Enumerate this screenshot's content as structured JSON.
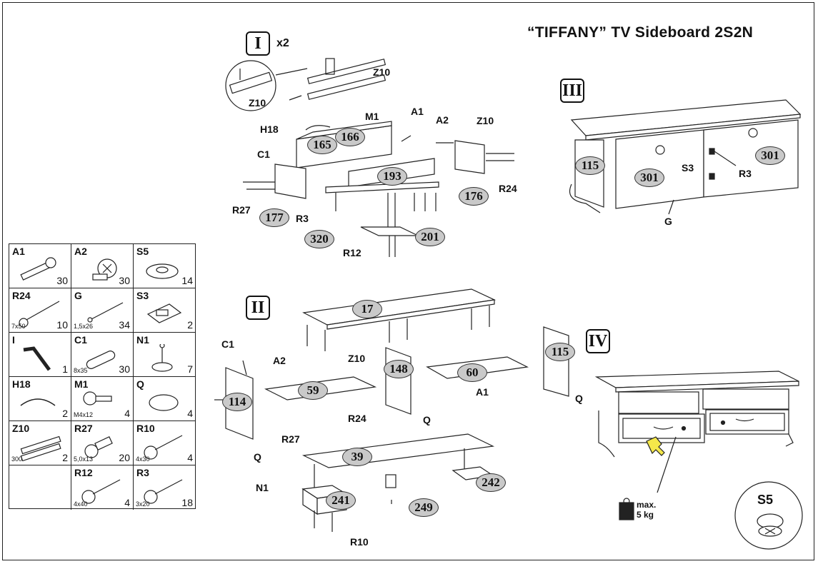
{
  "title": "“TIFFANY” TV Sideboard  2S2N",
  "steps": {
    "s1": "I",
    "s1_mult": "x2",
    "s2": "II",
    "s3": "III",
    "s4": "IV"
  },
  "step1": {
    "labels": [
      "Z10",
      "Z10",
      "M1",
      "A1",
      "H18",
      "A2",
      "Z10",
      "C1",
      "R24",
      "R27",
      "R3",
      "R12"
    ],
    "numbers": [
      "165",
      "166",
      "193",
      "176",
      "177",
      "320",
      "201"
    ]
  },
  "step2": {
    "labels": [
      "C1",
      "A2",
      "Z10",
      "A1",
      "R24",
      "R27",
      "Q",
      "Q",
      "Q",
      "N1",
      "R10"
    ],
    "numbers": [
      "17",
      "114",
      "59",
      "148",
      "60",
      "115",
      "39",
      "241",
      "249",
      "242"
    ]
  },
  "step3": {
    "labels": [
      "S3",
      "R3",
      "G"
    ],
    "numbers": [
      "115",
      "301",
      "301"
    ]
  },
  "step4": {
    "load": "max.\n5 kg",
    "load_line1": "max.",
    "load_line2": "5 kg",
    "detail_label": "S5"
  },
  "parts": [
    {
      "code": "A1",
      "qty": "30",
      "size": "",
      "icon": "eccentric-bolt-icon"
    },
    {
      "code": "A2",
      "qty": "30",
      "size": "",
      "icon": "cam-lock-icon"
    },
    {
      "code": "S5",
      "qty": "14",
      "size": "",
      "icon": "bumper-pad-icon"
    },
    {
      "code": "R24",
      "qty": "10",
      "size": "7x50",
      "icon": "long-screw-icon"
    },
    {
      "code": "G",
      "qty": "34",
      "size": "1,5x26",
      "icon": "nail-icon"
    },
    {
      "code": "S3",
      "qty": "2",
      "size": "",
      "icon": "hinge-plate-icon"
    },
    {
      "code": "I",
      "qty": "1",
      "size": "",
      "icon": "allen-key-icon"
    },
    {
      "code": "C1",
      "qty": "30",
      "size": "8x35",
      "icon": "dowel-icon"
    },
    {
      "code": "N1",
      "qty": "7",
      "size": "",
      "icon": "glide-foot-icon"
    },
    {
      "code": "H18",
      "qty": "2",
      "size": "",
      "icon": "handle-icon"
    },
    {
      "code": "M1",
      "qty": "4",
      "size": "M4x12",
      "icon": "handle-screw-icon"
    },
    {
      "code": "Q",
      "qty": "4",
      "size": "",
      "icon": "cover-cap-icon"
    },
    {
      "code": "Z10",
      "qty": "2",
      "size": "300",
      "icon": "drawer-runner-icon"
    },
    {
      "code": "R27",
      "qty": "20",
      "size": "5,0x13",
      "icon": "short-screw-icon"
    },
    {
      "code": "R10",
      "qty": "4",
      "size": "4x30",
      "icon": "screw-icon"
    },
    {
      "code": "",
      "qty": "",
      "size": "",
      "icon": ""
    },
    {
      "code": "R12",
      "qty": "4",
      "size": "4x40",
      "icon": "screw-icon"
    },
    {
      "code": "R3",
      "qty": "18",
      "size": "3x20",
      "icon": "screw-icon"
    }
  ]
}
